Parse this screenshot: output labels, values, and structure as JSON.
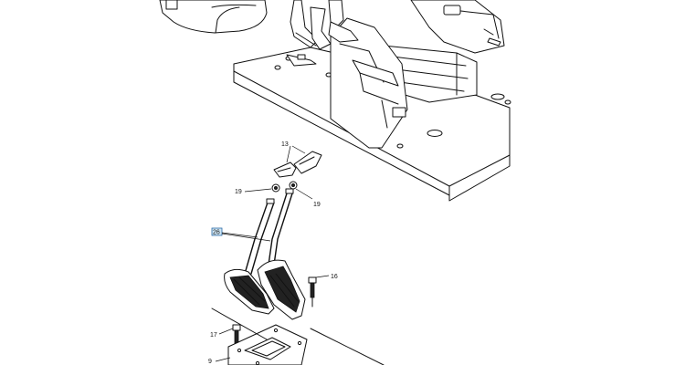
{
  "callouts": {
    "c13": "13",
    "c19a": "19",
    "c19b": "19",
    "c26": "26",
    "c16": "16",
    "c17": "17",
    "c9": "9"
  },
  "colors": {
    "line": "#111111",
    "highlight_fill": "#cfe6f5",
    "highlight_stroke": "#2a6aa5"
  }
}
